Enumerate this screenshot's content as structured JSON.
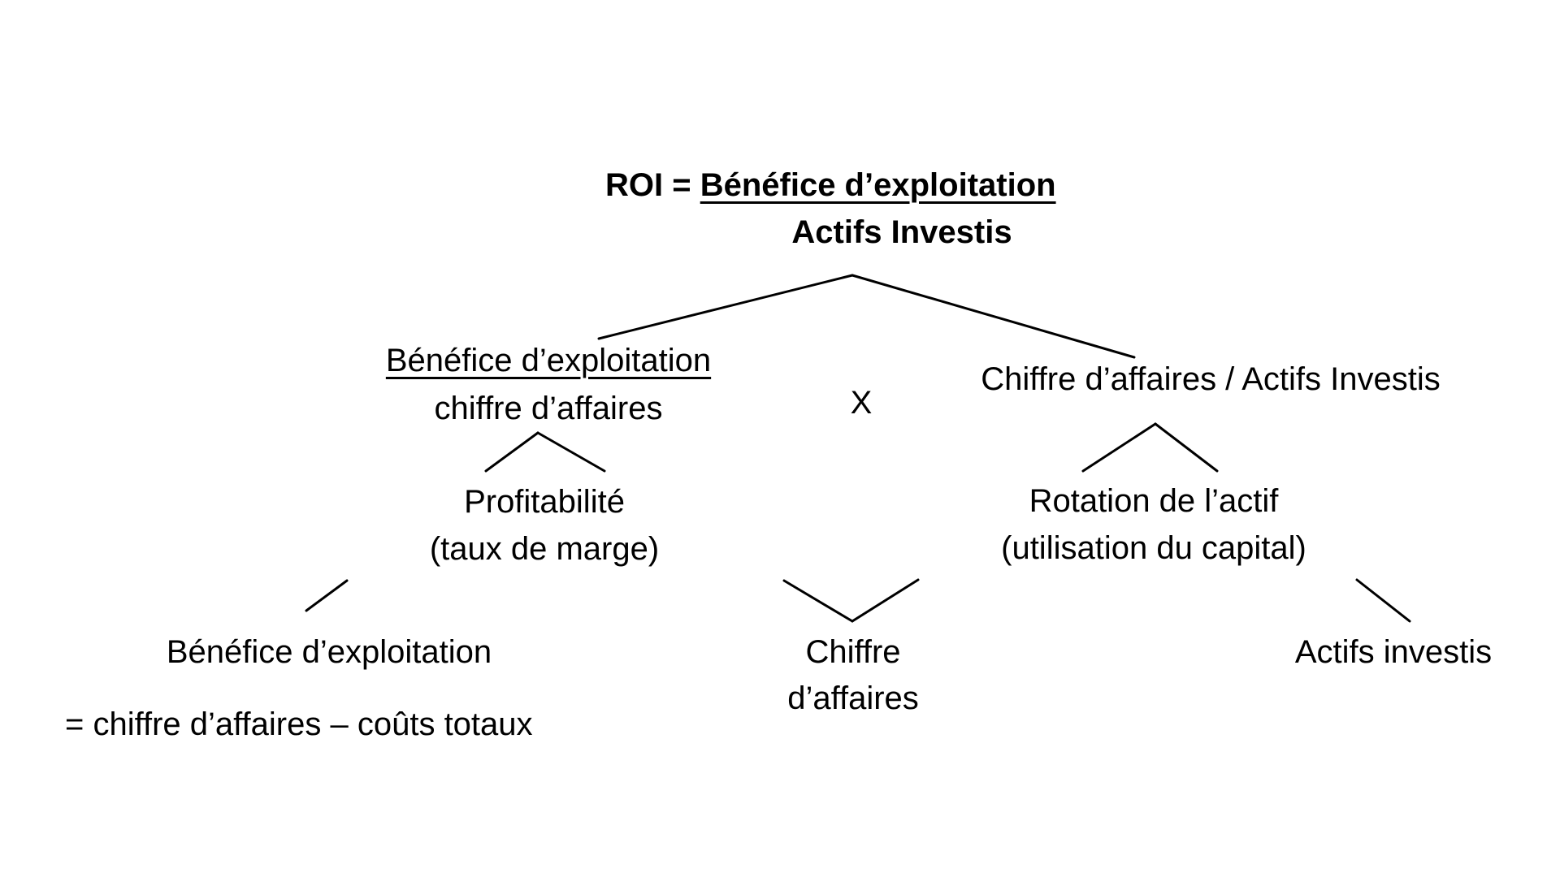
{
  "formula": {
    "lhs": "ROI = ",
    "numerator": "Bénéfice d’exploitation",
    "denominator": "Actifs Investis"
  },
  "left_branch": {
    "numerator": "Bénéfice d’exploitation",
    "denominator": "chiffre d’affaires"
  },
  "multiply_sign": "X",
  "right_branch": {
    "label": "Chiffre d’affaires / Actifs Investis"
  },
  "profitability": {
    "line1": "Profitabilité",
    "line2": "(taux de marge)"
  },
  "asset_rotation": {
    "line1": "Rotation de l’actif",
    "line2": "(utilisation du capital)"
  },
  "operating_profit": {
    "label": "Bénéfice d’exploitation",
    "definition": "= chiffre d’affaires – coûts totaux"
  },
  "revenue": {
    "line1": "Chiffre",
    "line2": "d’affaires"
  },
  "invested_assets": {
    "label": "Actifs investis"
  }
}
